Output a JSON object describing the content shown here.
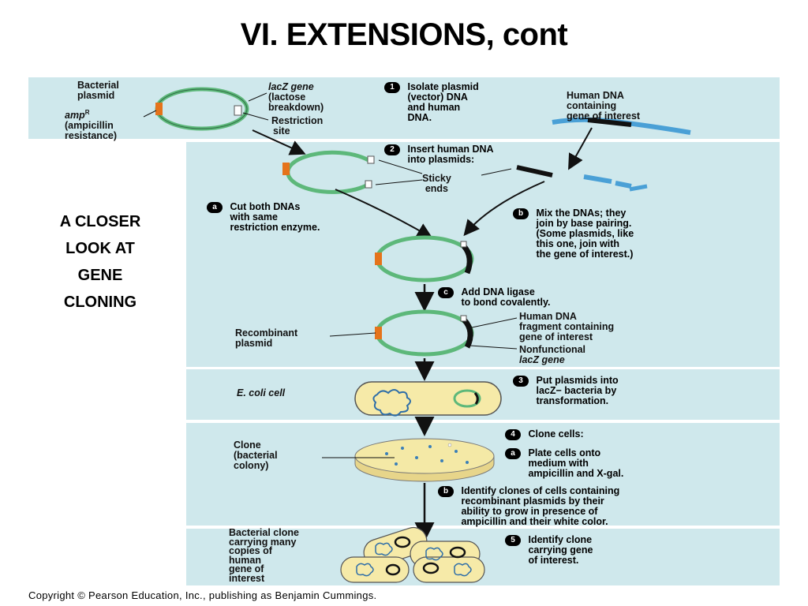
{
  "slide": {
    "title": "VI.  EXTENSIONS, cont",
    "side_heading": [
      "A CLOSER",
      "LOOK AT",
      "GENE",
      "CLONING"
    ]
  },
  "labels": {
    "bacterial_plasmid": [
      "Bacterial",
      "plasmid"
    ],
    "ampr": [
      "amp",
      "(ampicillin",
      "resistance)"
    ],
    "ampr_sup": "R",
    "lacz_gene": [
      "lacZ gene",
      "(lactose",
      "breakdown)"
    ],
    "restriction_site": [
      "Restriction",
      "site"
    ],
    "human_dna": [
      "Human DNA",
      "containing",
      "gene of interest"
    ],
    "sticky_ends": [
      "Sticky",
      "ends"
    ],
    "recombinant_plasmid": [
      "Recombinant",
      "plasmid"
    ],
    "human_fragment": [
      "Human DNA",
      "fragment containing",
      "gene of interest"
    ],
    "nonfunctional_lacz": [
      "Nonfunctional",
      "lacZ gene"
    ],
    "ecoli": "E. coli cell",
    "clone": [
      "Clone",
      "(bacterial",
      "colony)"
    ],
    "bacterial_clone": [
      "Bacterial clone",
      "carrying many",
      "copies of",
      "human",
      "gene of",
      "interest"
    ]
  },
  "steps": {
    "s1": {
      "badge": "1",
      "lines": [
        "Isolate plasmid",
        "(vector) DNA",
        "and human",
        "DNA."
      ]
    },
    "s2": {
      "badge": "2",
      "lines": [
        "Insert human DNA",
        "into plasmids:"
      ]
    },
    "s2a": {
      "badge": "a",
      "lines": [
        "Cut both DNAs",
        "with same",
        "restriction enzyme."
      ]
    },
    "s2b": {
      "badge": "b",
      "lines": [
        "Mix the DNAs; they",
        "join by base pairing.",
        "(Some plasmids, like",
        "this one, join with",
        "the gene of interest.)"
      ]
    },
    "s2c": {
      "badge": "c",
      "lines": [
        "Add DNA ligase",
        "to bond covalently."
      ]
    },
    "s3": {
      "badge": "3",
      "lines": [
        "Put plasmids into",
        "lacZ− bacteria by",
        "transformation."
      ]
    },
    "s4": {
      "badge": "4",
      "lines": [
        "Clone cells:"
      ]
    },
    "s4a": {
      "badge": "a",
      "lines": [
        "Plate cells onto",
        "medium with",
        "ampicillin and X-gal."
      ]
    },
    "s4b": {
      "badge": "b",
      "lines": [
        "Identify clones of cells containing",
        "recombinant plasmids by their",
        "ability to grow in presence of",
        "ampicillin and their white color."
      ]
    },
    "s5": {
      "badge": "5",
      "lines": [
        "Identify clone",
        "carrying gene",
        "of interest."
      ]
    }
  },
  "footer": {
    "copyright": "Copyright © Pearson Education, Inc., publishing as Benjamin Cummings."
  },
  "colors": {
    "panel": "#cfe8ec",
    "plasmid": "#5db87a",
    "amp": "#e5731b",
    "dish": "#f4e9a6",
    "cell": "#f6eaa8",
    "human_dna": "#4aa0d6"
  }
}
